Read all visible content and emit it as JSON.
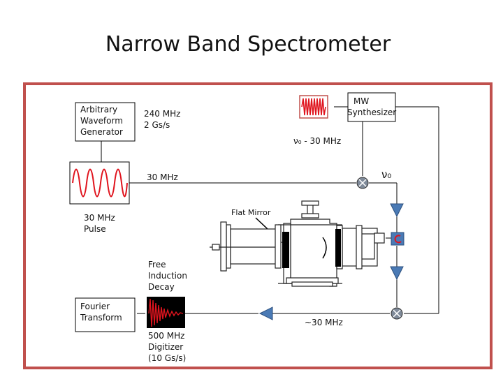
{
  "title": "Narrow Band Spectrometer",
  "labels": {
    "awg": [
      "Arbitrary",
      "Waveform",
      "Generator"
    ],
    "rate240": [
      "240 MHz",
      "2 Gs/s"
    ],
    "mw": [
      "MW",
      "Synthesizer"
    ],
    "nu0_minus": "ν₀ - 30 MHz",
    "mhz30": "30 MHz",
    "nu0": "ν₀",
    "pulse": [
      "30 MHz",
      "Pulse"
    ],
    "flat_mirror": "Flat Mirror",
    "fid": [
      "Free",
      "Induction",
      "Decay"
    ],
    "fourier": [
      "Fourier",
      "Transform"
    ],
    "approx30": "~30 MHz",
    "digitizer": [
      "500 MHz",
      "Digitizer",
      "(10 Gs/s)"
    ]
  },
  "colors": {
    "border": "#c0504d",
    "signal": "#e0141e",
    "amp": "#4a7ab5",
    "mixer": "#7f8a99",
    "line": "#000000"
  }
}
